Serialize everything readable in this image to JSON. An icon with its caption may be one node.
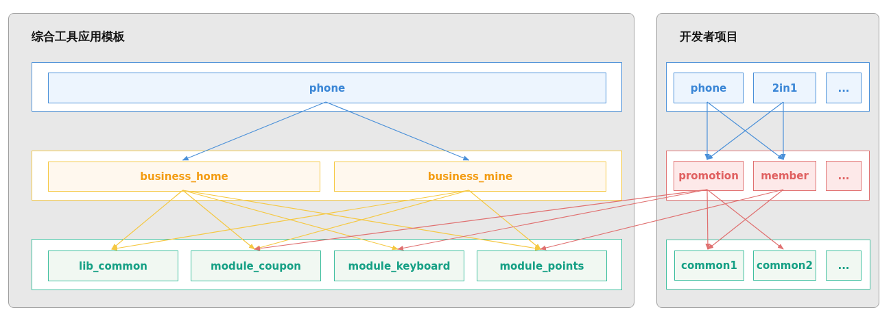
{
  "diagram": {
    "nodes": [
      {
        "text": [
          "综合工具应用模板"
        ]
      },
      {
        "text": [],
        "shape": "box",
        "in": 0
      },
      {
        "text": [
          "phone"
        ],
        "in": 1
      },
      {
        "text": [],
        "shape": "box",
        "in": 0
      },
      {
        "text": [
          "business_home"
        ],
        "in": 3
      },
      {
        "text": [
          "business_mine"
        ],
        "in": 3
      },
      {
        "text": [],
        "shape": "box",
        "in": 0
      },
      {
        "text": [
          "lib_common"
        ],
        "in": 6
      },
      {
        "text": [
          "module_coupon"
        ],
        "in": 6
      },
      {
        "text": [
          "module_keyboard"
        ],
        "in": 6
      },
      {
        "text": [
          "module_points"
        ],
        "in": 6
      },
      {
        "text": [
          "开发者项目"
        ]
      },
      {
        "text": [],
        "shape": "box",
        "in": 11
      },
      {
        "text": [
          "phone"
        ],
        "in": 12
      },
      {
        "text": [
          "2in1"
        ],
        "in": 12
      },
      {
        "text": [
          "..."
        ],
        "in": 12
      },
      {
        "text": [],
        "shape": "box",
        "in": 11
      },
      {
        "text": [
          "promotion"
        ],
        "in": 16
      },
      {
        "text": [
          "member"
        ],
        "in": 16
      },
      {
        "text": [
          "..."
        ],
        "in": 16
      },
      {
        "text": [],
        "shape": "box",
        "in": 11
      },
      {
        "text": [
          "common1"
        ],
        "in": 20
      },
      {
        "text": [
          "common2"
        ],
        "in": 20
      },
      {
        "text": [
          "..."
        ],
        "in": 20
      }
    ],
    "edges": [
      {
        "from": 2,
        "to": 4,
        "arrow": "to",
        "color": "#4a90d9"
      },
      {
        "from": 2,
        "to": 5,
        "arrow": "to",
        "color": "#4a90d9"
      },
      {
        "from": 4,
        "to": 7,
        "arrow": "to",
        "color": "#f5c842"
      },
      {
        "from": 4,
        "to": 8,
        "arrow": "to",
        "color": "#f5c842"
      },
      {
        "from": 4,
        "to": 9,
        "arrow": "to",
        "color": "#f5c842"
      },
      {
        "from": 4,
        "to": 10,
        "arrow": "to",
        "color": "#f5c842"
      },
      {
        "from": 5,
        "to": 7,
        "arrow": "to",
        "color": "#f5c842"
      },
      {
        "from": 5,
        "to": 8,
        "arrow": "to",
        "color": "#f5c842"
      },
      {
        "from": 5,
        "to": 10,
        "arrow": "to",
        "color": "#f5c842"
      },
      {
        "from": 17,
        "to": 8,
        "arrow": "to"
      },
      {
        "from": 17,
        "to": 9,
        "arrow": "to"
      },
      {
        "from": 18,
        "to": 10,
        "arrow": "to"
      },
      {
        "from": 13,
        "to": 17,
        "arrow": "to",
        "color": "#4a90d9"
      },
      {
        "from": 13,
        "to": 18,
        "arrow": "to",
        "color": "#4a90d9"
      },
      {
        "from": 14,
        "to": 17,
        "arrow": "to",
        "color": "#4a90d9"
      },
      {
        "from": 14,
        "to": 18,
        "arrow": "to",
        "color": "#4a90d9"
      },
      {
        "from": 17,
        "to": 21,
        "arrow": "to"
      },
      {
        "from": 17,
        "to": 22,
        "arrow": "to"
      },
      {
        "from": 18,
        "to": 21,
        "arrow": "to"
      }
    ]
  }
}
